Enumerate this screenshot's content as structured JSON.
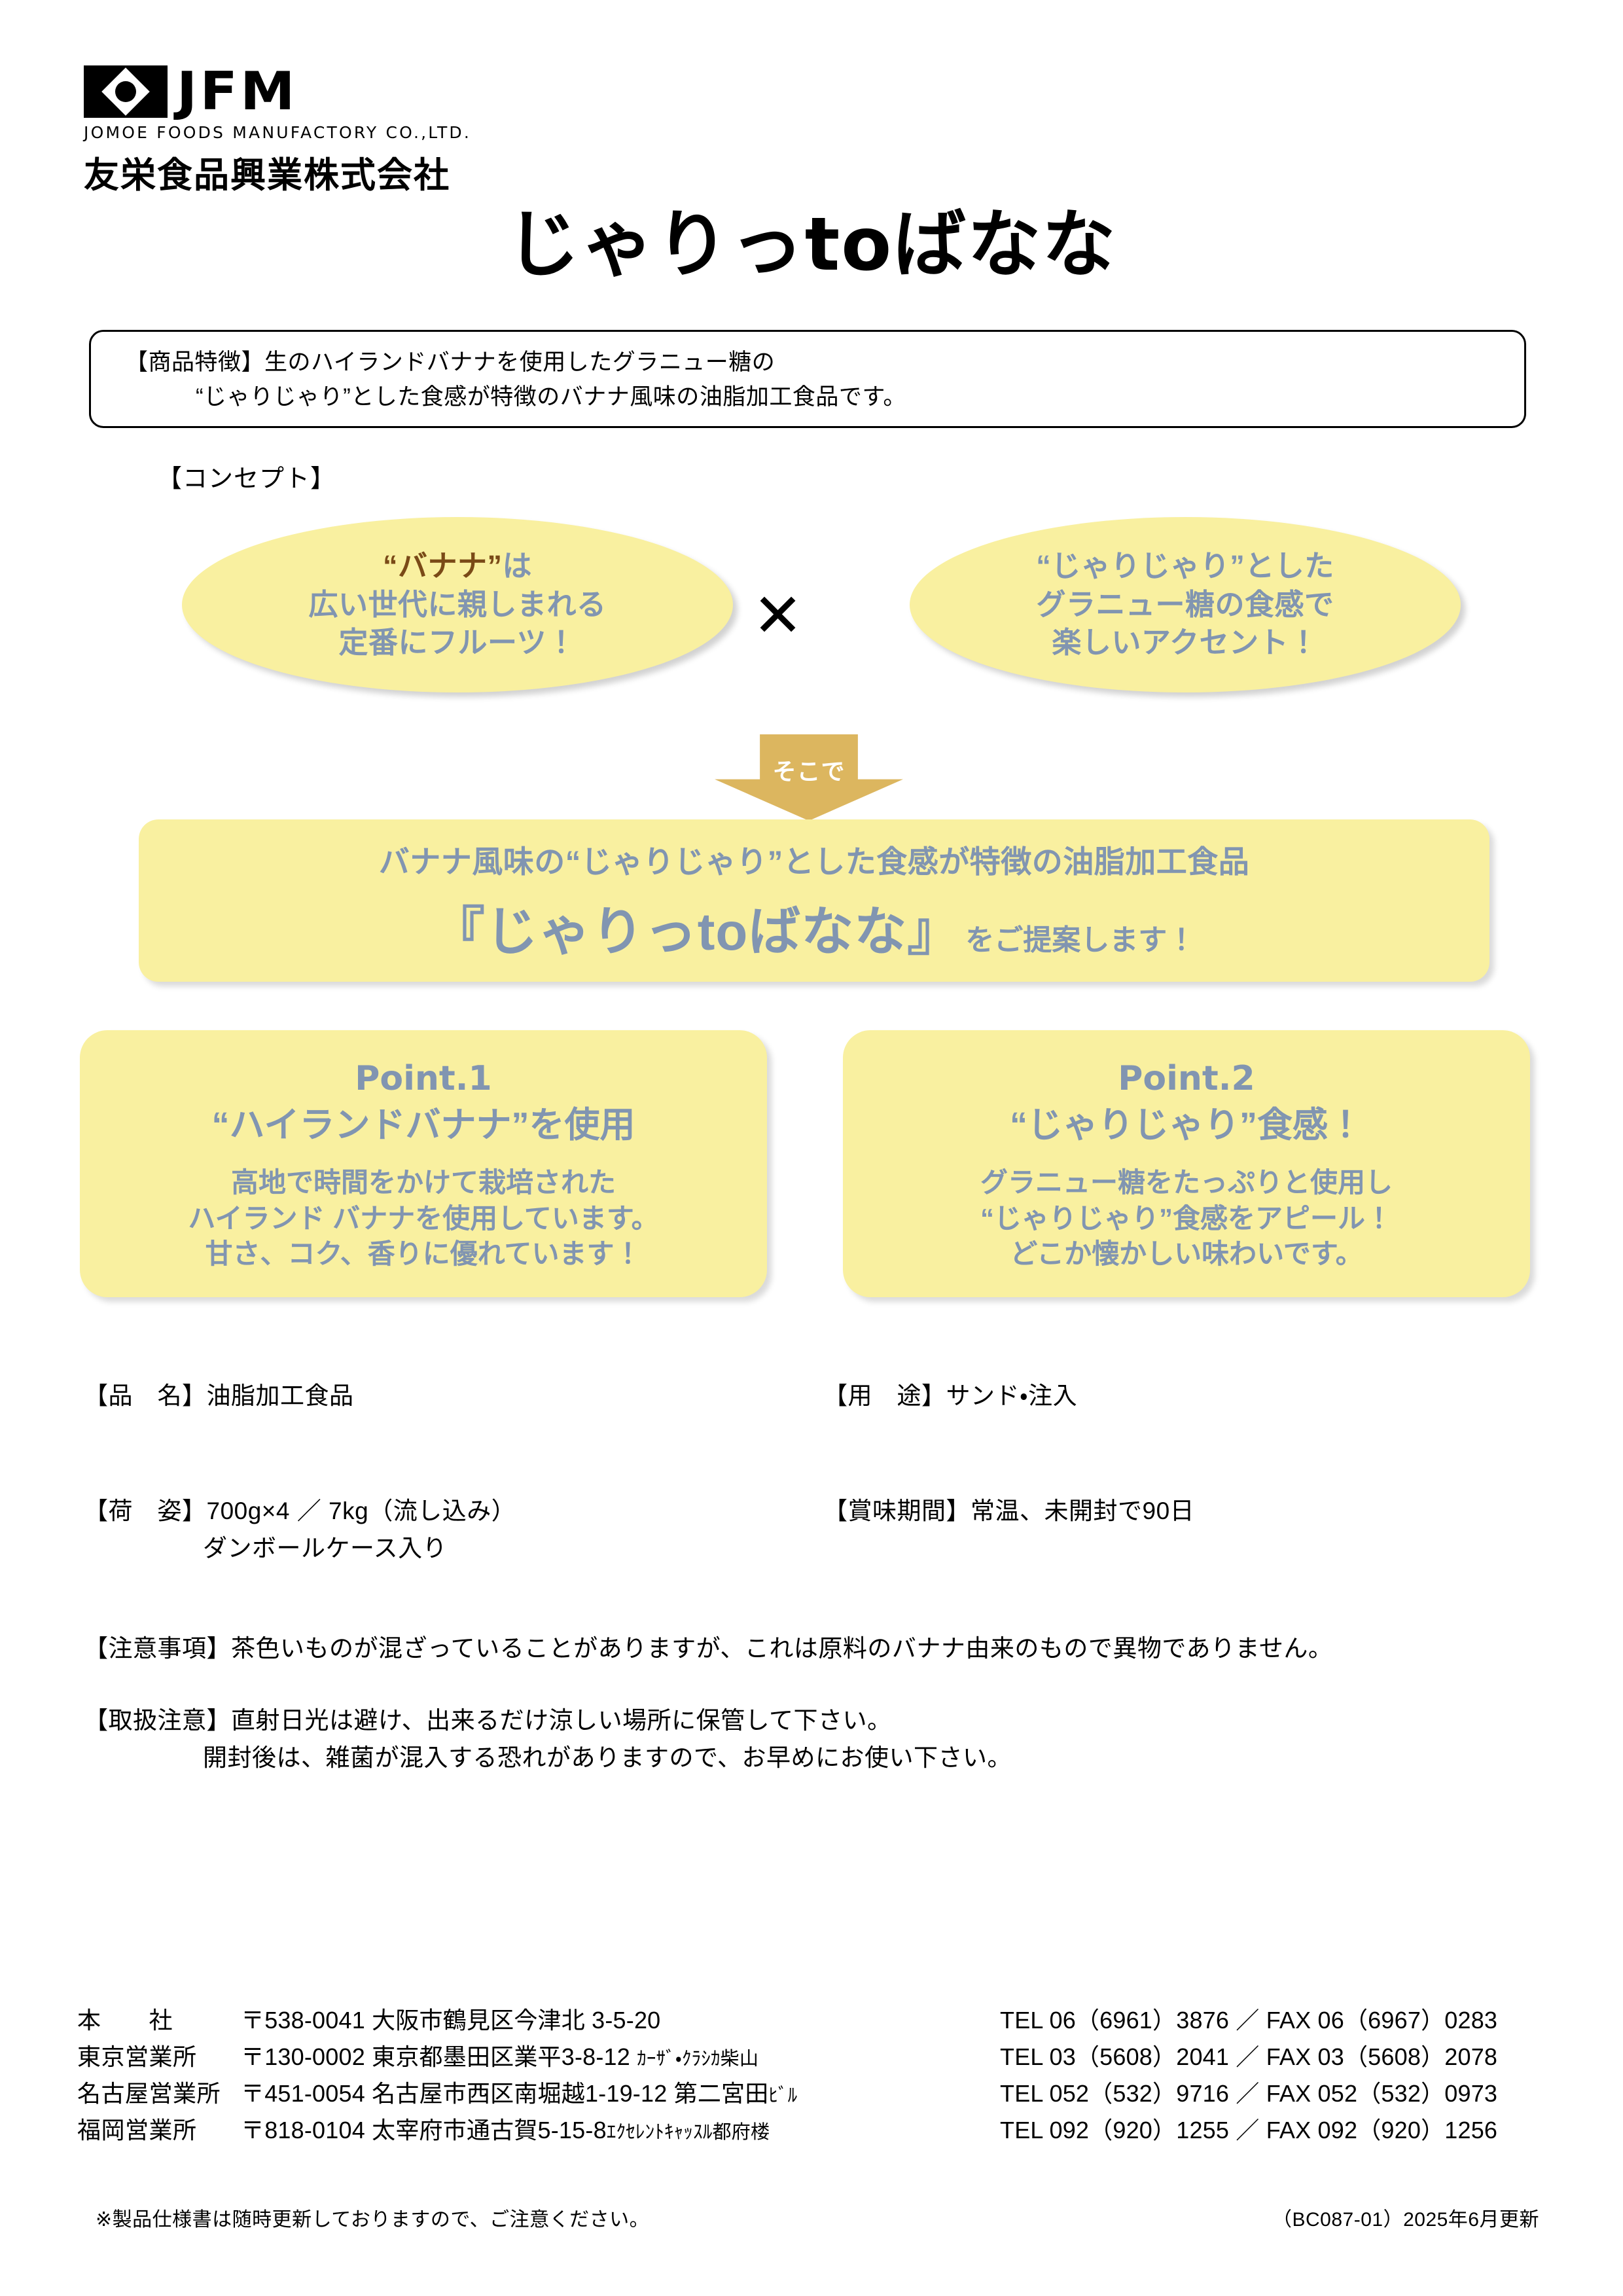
{
  "company": {
    "logo_mark": "jfm-diamond-logo",
    "logo_text": "JFM",
    "logo_subtitle": "JOMOE FOODS MANUFACTORY CO.,LTD.",
    "logo_japanese": "友栄食品興業株式会社"
  },
  "product": {
    "title": "じゃりっtoばなな"
  },
  "feature": {
    "label_line": "【商品特徴】生のハイランドバナナを使用したグラニュー糖の",
    "continued_line": "“じゃりじゃり”とした食感が特徴のバナナ風味の油脂加工食品です。"
  },
  "concept": {
    "label": "【コンセプト】",
    "left_ellipse": {
      "accent": "“バナナ”",
      "accent_suffix": "は",
      "line2": "広い世代に親しまれる",
      "line3": "定番にフルーツ！"
    },
    "operator": "✕",
    "right_ellipse": {
      "line1": "“じゃりじゃり”とした",
      "line2": "グラニュー糖の食感で",
      "line3": "楽しいアクセント！"
    },
    "arrow_label": "そこで"
  },
  "proposal": {
    "line1": "バナナ風味の“じゃりじゃり”とした食感が特徴の油脂加工食品",
    "highlight": "『じゃりっtoばなな』",
    "suffix": "をご提案します！"
  },
  "points": [
    {
      "number": "Point.1",
      "heading": "“ハイランドバナナ”を使用",
      "body": [
        "高地で時間をかけて栽培された",
        "ハイランド バナナを使用しています。",
        "甘さ、コク、香りに優れています！"
      ]
    },
    {
      "number": "Point.2",
      "heading": "“じゃりじゃり”食感！",
      "body": [
        "グラニュー糖をたっぷりと使用し",
        "“じゃりじゃり”食感をアピール！",
        "どこか懐かしい味わいです。"
      ]
    }
  ],
  "specs": {
    "product_name": "【品　名】油脂加工食品",
    "usage": "【用　途】サンド・注入",
    "packaging_main": "【荷　姿】700g×4 ／ 7kg（流し込み）",
    "packaging_sub": "ダンボールケース入り",
    "shelf_life": "【賞味期間】常温、未開封で90日"
  },
  "notes": {
    "caution": "【注意事項】茶色いものが混ざっていることがありますが、これは原料のバナナ由来のもので異物でありません。",
    "handling_line1": "【取扱注意】直射日光は避け、出来るだけ涼しい場所に保管して下さい。",
    "handling_line2": "開封後は、雑菌が混入する恐れがありますので、お早めにお使い下さい。"
  },
  "offices": [
    {
      "name": "本　　社",
      "address": "〒538-0041 大阪市鶴見区今津北 3-5-20",
      "address_suffix": "",
      "contact": "TEL 06（6961）3876 ／ FAX 06（6967）0283"
    },
    {
      "name": "東京営業所",
      "address": "〒130-0002 東京都墨田区業平3-8-12 ",
      "address_suffix": "ｶｰｻﾞ・ｸﾗｼｶ柴山",
      "contact": "TEL 03（5608）2041 ／ FAX 03（5608）2078"
    },
    {
      "name": "名古屋営業所",
      "address": "〒451-0054 名古屋市西区南堀越1-19-12 第二宮田",
      "address_suffix": "ﾋﾞﾙ",
      "contact": "TEL 052（532）9716 ／ FAX 052（532）0973"
    },
    {
      "name": "福岡営業所",
      "address": "〒818-0104 太宰府市通古賀5-15-8",
      "address_suffix": "ｴｸｾﾚﾝﾄｷｬｯｽﾙ都府楼",
      "contact": "TEL 092（920）1255 ／ FAX 092（920）1256"
    }
  ],
  "footer": {
    "disclaimer": "※製品仕様書は随時更新しておりますので、ご注意ください。",
    "revision": "（BC087-01）2025年6月更新"
  }
}
